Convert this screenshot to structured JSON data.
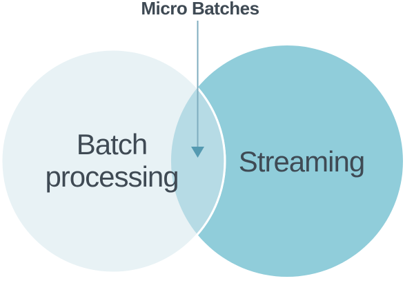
{
  "diagram": {
    "type": "venn",
    "annotation": {
      "label": "Micro Batches",
      "pointer": "down-arrow-into-intersection"
    },
    "sets": [
      {
        "name": "Batch processing",
        "display": "Batch\nprocessing"
      },
      {
        "name": "Streaming",
        "display": "Streaming"
      }
    ],
    "overlap_meaning": "Micro Batches"
  },
  "colors": {
    "background": "#ffffff",
    "left_circle": "#e8f2f5",
    "right_circle": "#90cdda",
    "intersection": "#b6dbe5",
    "circle_border": "#ffffff",
    "arrow_line": "#7fadbf",
    "arrow_head": "#559ab1",
    "text": "#3f4a54"
  }
}
